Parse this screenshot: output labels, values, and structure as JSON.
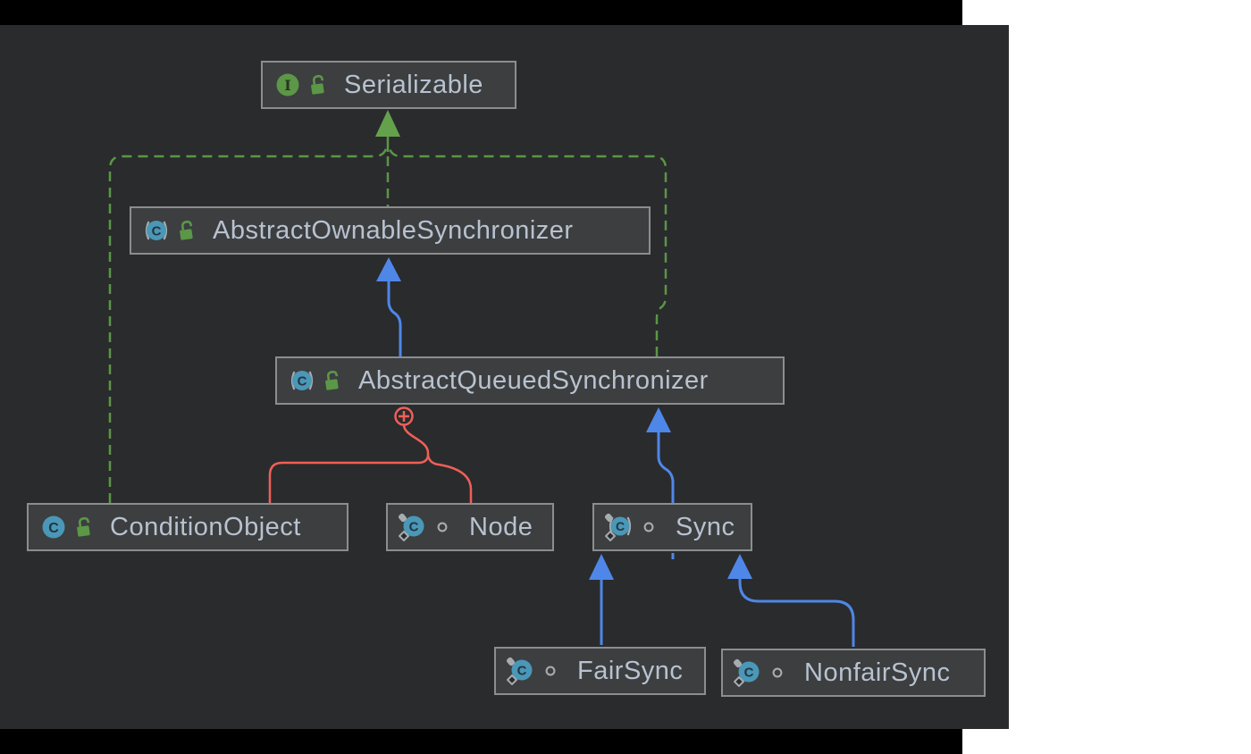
{
  "window": {
    "background_color": "#ffffff",
    "editor_background_color": "#000000",
    "diagram_panel_color": "#2a2b2d"
  },
  "diagram": {
    "tool": "uml-class-diagram",
    "colors": {
      "implements_edge": "#5a9646",
      "extends_edge": "#4f87e8",
      "inner_class_edge": "#f05f58",
      "node_fill": "#3c3e40",
      "node_border": "#8b8e90",
      "label_text": "#b8c2cf",
      "class_icon": "#4a97b7",
      "interface_icon": "#5b9746"
    },
    "nodes": [
      {
        "label": "Serializable",
        "kind": "interface",
        "icons": [
          "interface-icon",
          "public-lock-icon"
        ]
      },
      {
        "label": "AbstractOwnableSynchronizer",
        "kind": "abstract class",
        "icons": [
          "abstract-class-icon",
          "public-lock-icon"
        ]
      },
      {
        "label": "AbstractQueuedSynchronizer",
        "kind": "abstract class",
        "icons": [
          "abstract-class-icon",
          "public-lock-icon"
        ]
      },
      {
        "label": "ConditionObject",
        "kind": "class",
        "icons": [
          "class-icon",
          "public-lock-icon"
        ]
      },
      {
        "label": "Node",
        "kind": "static class",
        "icons": [
          "static-class-icon",
          "package-visibility-icon"
        ]
      },
      {
        "label": "Sync",
        "kind": "abstract static class",
        "icons": [
          "abstract-static-class-icon",
          "package-visibility-icon"
        ]
      },
      {
        "label": "FairSync",
        "kind": "static class",
        "icons": [
          "static-class-icon",
          "package-visibility-icon"
        ]
      },
      {
        "label": "NonfairSync",
        "kind": "static class",
        "icons": [
          "static-class-icon",
          "package-visibility-icon"
        ]
      }
    ],
    "edges": [
      {
        "from": "AbstractQueuedSynchronizer",
        "to": "Serializable",
        "type": "implements"
      },
      {
        "from": "ConditionObject",
        "to": "Serializable",
        "type": "implements"
      },
      {
        "from": "AbstractQueuedSynchronizer",
        "to": "AbstractOwnableSynchronizer",
        "type": "extends"
      },
      {
        "from": "Sync",
        "to": "AbstractQueuedSynchronizer",
        "type": "extends"
      },
      {
        "from": "FairSync",
        "to": "Sync",
        "type": "extends"
      },
      {
        "from": "NonfairSync",
        "to": "Sync",
        "type": "extends"
      },
      {
        "from": "AbstractQueuedSynchronizer",
        "to": "ConditionObject",
        "type": "inner-class"
      },
      {
        "from": "AbstractQueuedSynchronizer",
        "to": "Node",
        "type": "inner-class"
      }
    ]
  }
}
